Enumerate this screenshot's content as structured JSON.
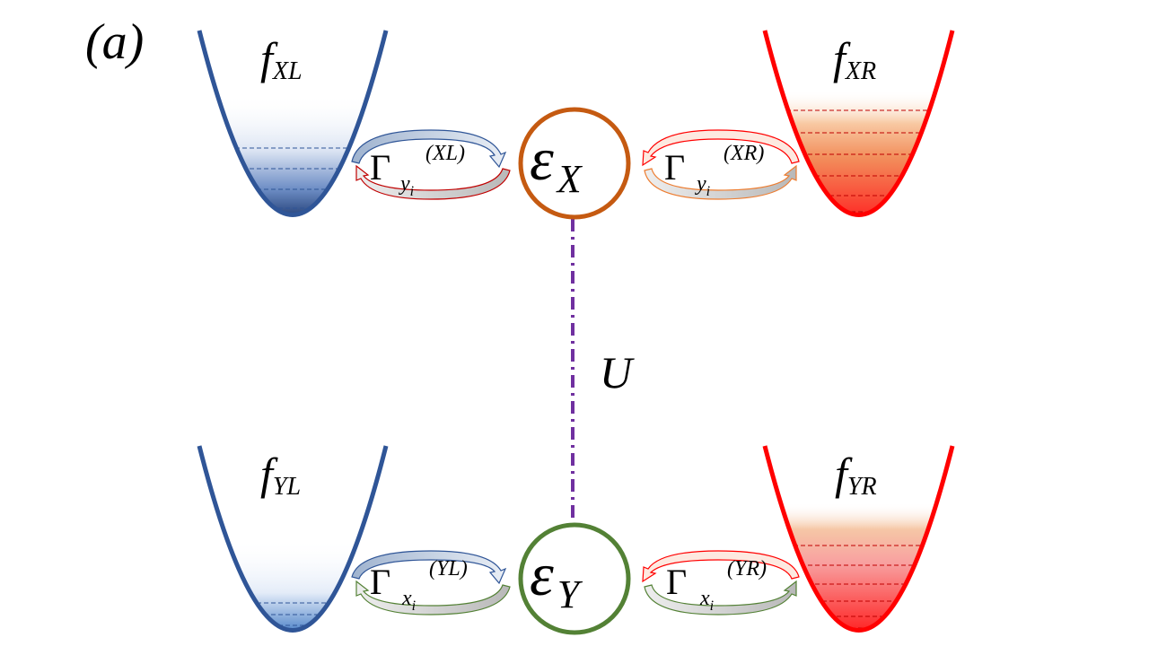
{
  "panel_label": "(a)",
  "coupling_label": "U",
  "dots": {
    "x": {
      "symbol": "ε",
      "subscript": "X",
      "color": "#c55a11"
    },
    "y": {
      "symbol": "ε",
      "subscript": "Y",
      "color": "#538135"
    }
  },
  "reservoirs": {
    "xl": {
      "f": "f",
      "sub": "XL",
      "color": "#2f5597"
    },
    "xr": {
      "f": "f",
      "sub": "XR",
      "color": "#ff0000"
    },
    "yl": {
      "f": "f",
      "sub": "YL",
      "color": "#2f5597"
    },
    "yr": {
      "f": "f",
      "sub": "YR",
      "color": "#ff0000"
    }
  },
  "rates": {
    "xl": {
      "gamma": "Γ",
      "sub": "y",
      "subsub": "i",
      "sup": "(XL)"
    },
    "xr": {
      "gamma": "Γ",
      "sub": "y",
      "subsub": "i",
      "sup": "(XR)"
    },
    "yl": {
      "gamma": "Γ",
      "sub": "x",
      "subsub": "i",
      "sup": "(YL)"
    },
    "yr": {
      "gamma": "Γ",
      "sub": "x",
      "subsub": "i",
      "sup": "(YR)"
    }
  },
  "colors": {
    "coupling_line": "#7030a0",
    "blue": "#2f5597",
    "red": "#ff0000",
    "orange": "#ed7d31",
    "green": "#538135"
  }
}
